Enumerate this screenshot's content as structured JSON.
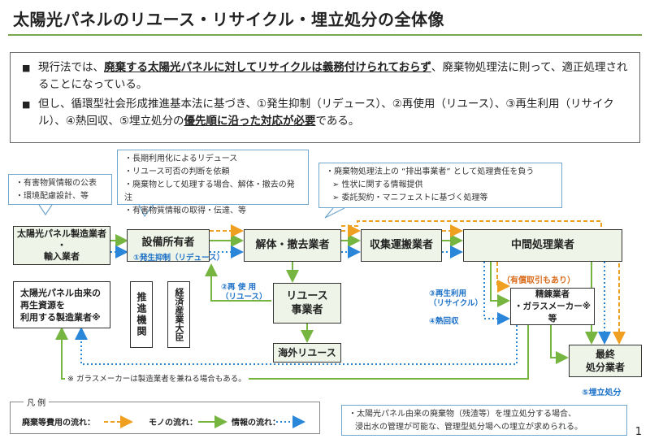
{
  "title": "太陽光パネルのリユース・リサイクル・埋立処分の全体像",
  "summary": {
    "p1_pre": "現行法では、",
    "p1_emph": "廃棄する太陽光パネルに対してリサイクルは義務付けられておらず",
    "p1_post": "、廃棄物処理法に則って、適正処理されることになっている。",
    "p2_pre": "但し、循環型社会形成推進基本法に基づき、①発生抑制（リデュース）、②再使用（リユース）、③再生利用（リサイクル）、④熱回収、⑤埋立処分の",
    "p2_emph": "優先順に沿った対応が必要",
    "p2_post": "である。"
  },
  "callouts": {
    "maker": [
      "・有害物質情報の公表",
      "・環境配慮設計、等"
    ],
    "owner": [
      "・長期利用化によるリデュース",
      "・リユース可否の判断を依頼",
      "・廃棄物として処理する場合、解体・撤去の発注",
      "・有害物質情報の取得・伝達、等"
    ],
    "disposal": [
      "・廃棄物処理法上の “排出事業者” として処理責任を負う",
      "➢ 性状に関する情報提供",
      "➢ 委託契約・マニフェストに基づく処理等"
    ],
    "landfill": [
      "・太陽光パネル由来の廃棄物（残渣等）を埋立処分する場合、",
      "浸出水の管理が可能な、管理型処分場への埋立が求められる。"
    ]
  },
  "nodes": {
    "maker": [
      "太陽光パネル製造業者",
      "・",
      "輸入業者"
    ],
    "recycled_maker": [
      "太陽光パネル由来の",
      "再生資源を",
      "利用する製造業者※"
    ],
    "owner": "設備所有者",
    "promo": "推進機関",
    "meti": "経済産業大臣",
    "dismantle": "解体・撤去業者",
    "collect": "収集運搬業者",
    "intermediate": "中間処理業者",
    "reuse": [
      "リユース",
      "事業者"
    ],
    "overseas": "海外リユース",
    "refiner": [
      "精錬業者",
      "・ガラスメーカー※等"
    ],
    "final": [
      "最終",
      "処分業者"
    ]
  },
  "labels": {
    "reduce": "①発生抑制（リデュース）",
    "reuse": [
      "②再 使 用",
      "（リユース）"
    ],
    "recycle": [
      "③再生利用",
      "（リサイクル）"
    ],
    "heat": "④熱回収",
    "paid": "（有償取引もあり）",
    "landfill": "⑤埋立処分",
    "glass_note": "※ ガラスメーカーは製造業者を兼ねる場合もある。"
  },
  "legend": {
    "title": "凡 例",
    "cost": "廃棄等費用の流れ：",
    "goods": "モノの流れ：",
    "info": "情報の流れ："
  },
  "colors": {
    "cost": "#f0a020",
    "goods": "#76b540",
    "info": "#2a86d8",
    "node_fill": "#eef4e7"
  },
  "page_number": "1"
}
